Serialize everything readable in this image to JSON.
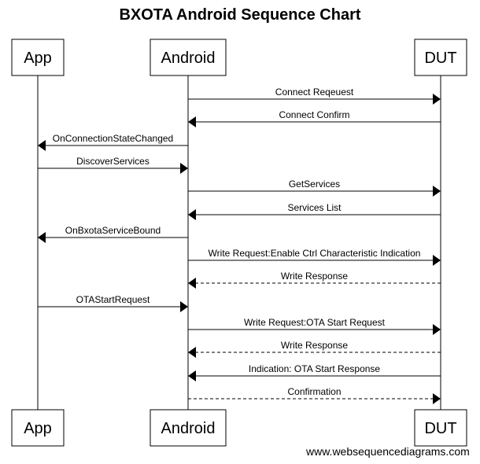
{
  "title": "BXOTA Android Sequence Chart",
  "watermark": "www.websequencediagrams.com",
  "participants": [
    {
      "id": "app",
      "label": "App"
    },
    {
      "id": "android",
      "label": "Android"
    },
    {
      "id": "dut",
      "label": "DUT"
    }
  ],
  "messages": [
    {
      "from": "android",
      "to": "dut",
      "label": "Connect Reqeuest",
      "style": "solid"
    },
    {
      "from": "dut",
      "to": "android",
      "label": "Connect Confirm",
      "style": "solid"
    },
    {
      "from": "android",
      "to": "app",
      "label": "OnConnectionStateChanged",
      "style": "solid"
    },
    {
      "from": "app",
      "to": "android",
      "label": "DiscoverServices",
      "style": "solid"
    },
    {
      "from": "android",
      "to": "dut",
      "label": "GetServices",
      "style": "solid"
    },
    {
      "from": "dut",
      "to": "android",
      "label": "Services List",
      "style": "solid"
    },
    {
      "from": "android",
      "to": "app",
      "label": "OnBxotaServiceBound",
      "style": "solid"
    },
    {
      "from": "android",
      "to": "dut",
      "label": "Write Request:Enable Ctrl Characteristic Indication",
      "style": "solid"
    },
    {
      "from": "dut",
      "to": "android",
      "label": "Write Response",
      "style": "dashed"
    },
    {
      "from": "app",
      "to": "android",
      "label": "OTAStartRequest",
      "style": "solid"
    },
    {
      "from": "android",
      "to": "dut",
      "label": "Write Request:OTA Start Request",
      "style": "solid"
    },
    {
      "from": "dut",
      "to": "android",
      "label": "Write Response",
      "style": "dashed"
    },
    {
      "from": "dut",
      "to": "android",
      "label": "Indication: OTA Start Response",
      "style": "solid"
    },
    {
      "from": "android",
      "to": "dut",
      "label": "Confirmation",
      "style": "dashed"
    }
  ]
}
